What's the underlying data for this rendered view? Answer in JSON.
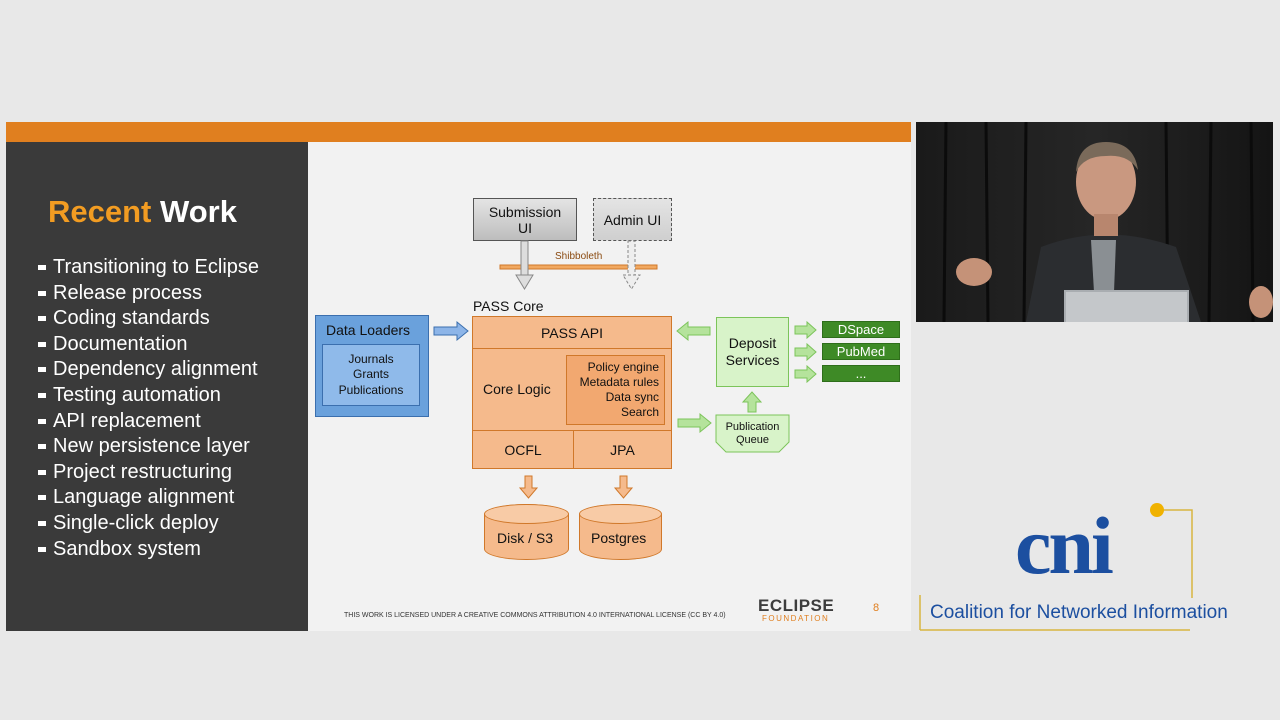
{
  "slide": {
    "title_accent": "Recent",
    "title_rest": "Work",
    "bullets": [
      "Transitioning to Eclipse",
      "Release process",
      "Coding standards",
      "Documentation",
      "Dependency alignment",
      "Testing automation",
      "API replacement",
      "New persistence layer",
      "Project restructuring",
      "Language alignment",
      "Single-click deploy",
      "Sandbox system"
    ],
    "license_text": "THIS WORK IS LICENSED UNDER A CREATIVE COMMONS ATTRIBUTION 4.0 INTERNATIONAL LICENSE (CC BY 4.0)",
    "eclipse_logo": "ECLIPSE",
    "eclipse_sub": "FOUNDATION",
    "page_number": "8"
  },
  "diagram": {
    "submission_ui_line1": "Submission",
    "submission_ui_line2": "UI",
    "admin_ui": "Admin UI",
    "shibboleth": "Shibboleth",
    "pass_core": "PASS Core",
    "pass_api": "PASS API",
    "core_logic": "Core Logic",
    "core_items": [
      "Policy engine",
      "Metadata rules",
      "Data sync",
      "Search"
    ],
    "ocfl": "OCFL",
    "jpa": "JPA",
    "data_loaders": "Data Loaders",
    "data_loader_items": [
      "Journals",
      "Grants",
      "Publications"
    ],
    "deposit_line1": "Deposit",
    "deposit_line2": "Services",
    "queue_line1": "Publication",
    "queue_line2": "Queue",
    "targets": [
      "DSpace",
      "PubMed",
      "..."
    ],
    "disk": "Disk / S3",
    "postgres": "Postgres"
  },
  "cni": {
    "letters": "cni",
    "full_name": "Coalition for Networked Information"
  },
  "colors": {
    "accent": "#e07f1f",
    "left_panel": "#3a3a3a",
    "cni_blue": "#1c4fa0",
    "orange_box": "#f5ba8c",
    "green_box": "#d8f3c9",
    "target_green": "#3e8a26",
    "blue_box": "#6aa1dc"
  }
}
